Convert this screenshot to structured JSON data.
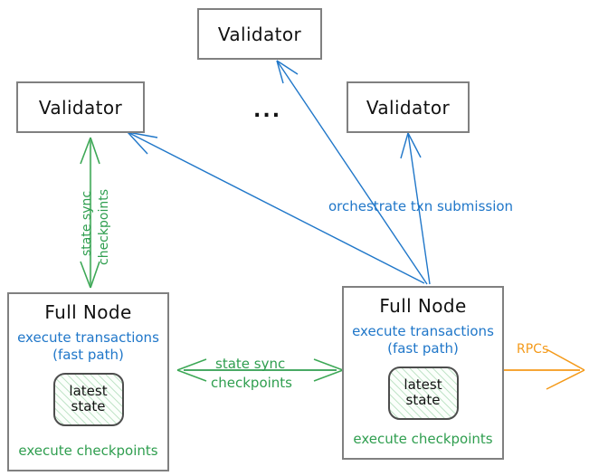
{
  "diagram": {
    "title": "Sui network topology: validators, full nodes, state sync",
    "colors": {
      "blue": "#2077c9",
      "green": "#2f9e4f",
      "orange": "#f49a1a",
      "box_border": "#808080",
      "chip_border": "#4d4d4d",
      "text": "#111111",
      "background": "#ffffff"
    }
  },
  "nodes": {
    "validator_top": {
      "label": "Validator"
    },
    "validator_left": {
      "label": "Validator"
    },
    "validator_right": {
      "label": "Validator"
    },
    "ellipsis": {
      "label": "..."
    },
    "fullnode_left": {
      "title": "Full Node",
      "blue_line1": "execute transactions",
      "blue_line2": "(fast path)",
      "chip_line1": "latest",
      "chip_line2": "state",
      "green_label": "execute checkpoints"
    },
    "fullnode_right": {
      "title": "Full Node",
      "blue_line1": "execute transactions",
      "blue_line2": "(fast path)",
      "chip_line1": "latest",
      "chip_line2": "state",
      "green_label": "execute checkpoints"
    }
  },
  "edges": {
    "state_sync_vertical": {
      "label_left": "state sync",
      "label_right": "checkpoints",
      "color": "#2f9e4f",
      "direction": "bidirectional"
    },
    "state_sync_horizontal": {
      "label_top": "state sync",
      "label_bottom": "checkpoints",
      "color": "#2f9e4f",
      "direction": "bidirectional"
    },
    "orchestrate": {
      "label": "orchestrate txn submission",
      "color": "#2077c9",
      "direction": "fullnode-to-validators"
    },
    "rpcs": {
      "label": "RPCs",
      "color": "#f49a1a",
      "direction": "outbound"
    }
  }
}
